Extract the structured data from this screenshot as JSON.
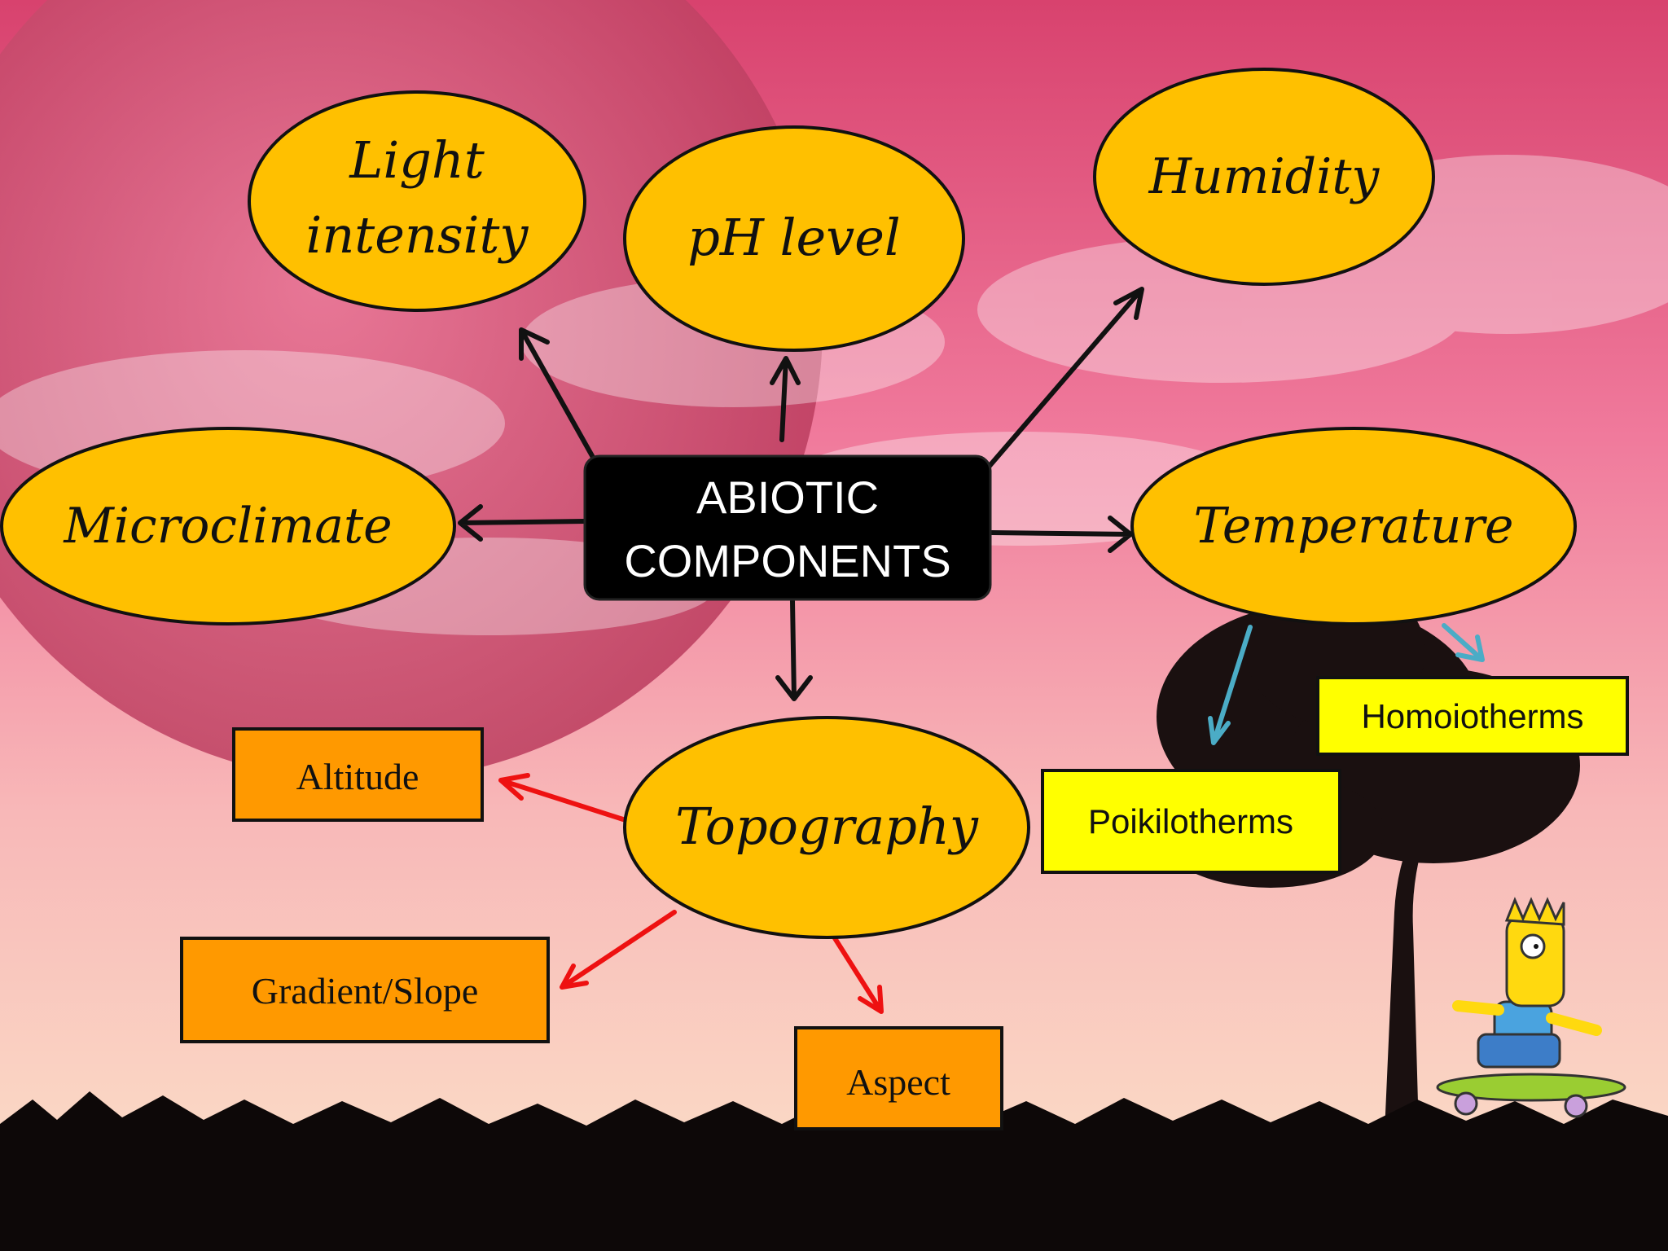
{
  "center": {
    "line1": "ABIOTIC",
    "line2": "COMPONENTS"
  },
  "nodes": {
    "light_line1": "Light",
    "light_line2": "intensity",
    "ph": "pH level",
    "humidity": "Humidity",
    "microclimate": "Microclimate",
    "temperature": "Temperature",
    "topography": "Topography"
  },
  "topography_boxes": {
    "altitude": "Altitude",
    "gradient": "Gradient/Slope",
    "aspect": "Aspect"
  },
  "temperature_boxes": {
    "homoiotherms": "Homoiotherms",
    "poikilotherms": "Poikilotherms"
  },
  "colors": {
    "ellipse_fill": "#FFC000",
    "center_fill": "#000000",
    "orange_box": "#FF9900",
    "yellow_box": "#FFFF00",
    "black_arrow": "#111111",
    "red_arrow": "#EE1111",
    "blue_arrow": "#4BACC6",
    "sky_top": "#C8305A",
    "sky_bottom": "#FBE0C8"
  }
}
